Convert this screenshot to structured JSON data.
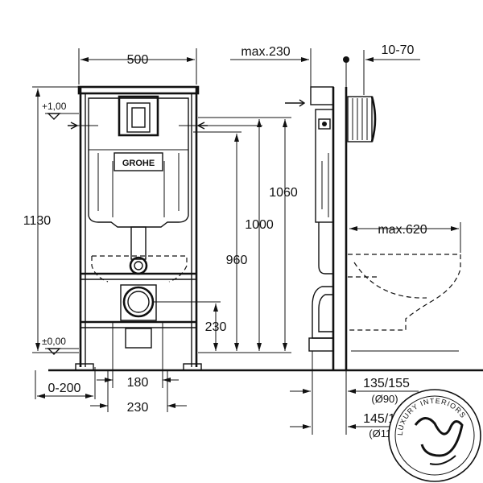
{
  "labels": {
    "width_500": "500",
    "max_230": "max.230",
    "range_10_70": "10-70",
    "level_plus": "+1,00",
    "level_zero": "±0,00",
    "height_1130": "1130",
    "height_1060": "1060",
    "height_1000": "1000",
    "height_960": "960",
    "height_230": "230",
    "max_620": "max.620",
    "offset_0_200": "0-200",
    "width_180": "180",
    "width_230": "230",
    "pipe_135_155": "135/155",
    "pipe_d90": "(Ø90)",
    "pipe_145_165": "145/165",
    "pipe_d110": "(Ø110)",
    "brand": "GROHE",
    "watermark_text": "LUXURY INTERIORS"
  },
  "colors": {
    "line": "#111111",
    "background": "#ffffff"
  }
}
